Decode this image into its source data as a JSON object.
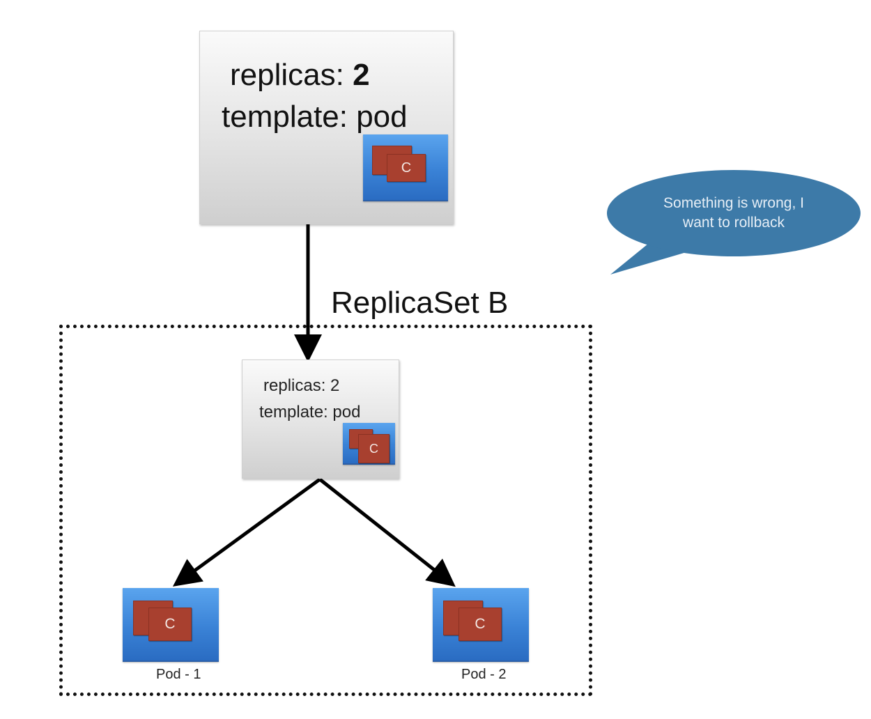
{
  "top_spec": {
    "replicas_label": "replicas:",
    "replicas_value": "2",
    "template_line": "template: pod",
    "container_label": "C"
  },
  "replicaset": {
    "title": "ReplicaSet B",
    "replicas_line": "replicas: 2",
    "template_line": "template: pod",
    "container_label": "C"
  },
  "pods": [
    {
      "label": "Pod - 1",
      "container_label": "C"
    },
    {
      "label": "Pod - 2",
      "container_label": "C"
    }
  ],
  "speech_bubble": {
    "line1": "Something is wrong, I",
    "line2": "want to rollback"
  },
  "colors": {
    "pod_blue": "#3a82d6",
    "container_red": "#a8402f",
    "bubble_blue": "#3d7aa8"
  }
}
